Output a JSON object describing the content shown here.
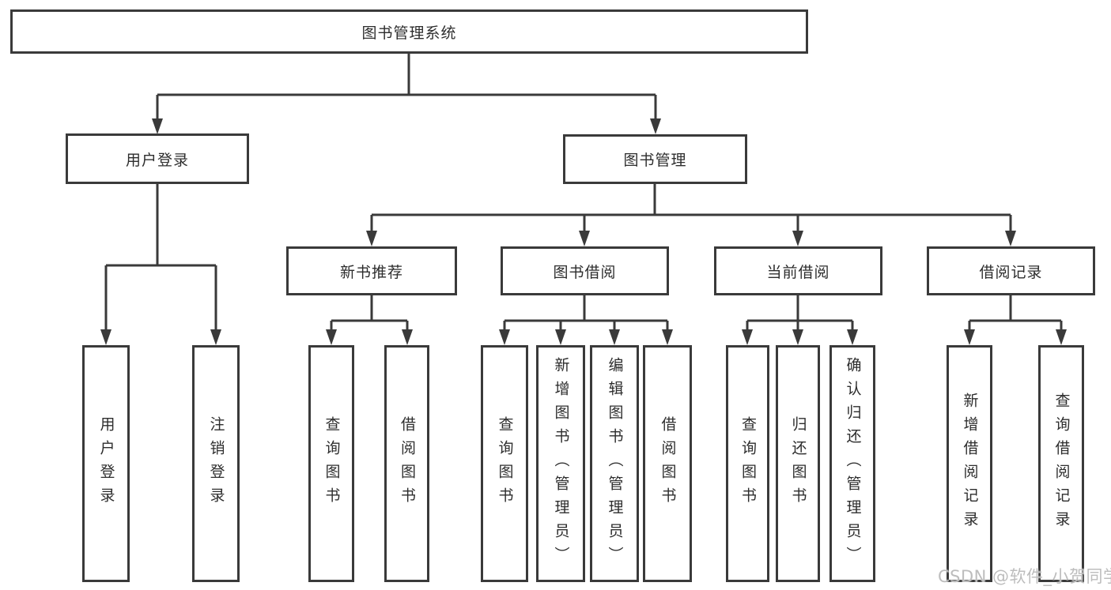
{
  "diagram": {
    "root": {
      "label": "图书管理系统"
    },
    "level2": {
      "user_login": {
        "label": "用户登录"
      },
      "book_mgmt": {
        "label": "图书管理"
      }
    },
    "level3": {
      "new_books": {
        "label": "新书推荐"
      },
      "book_borrow": {
        "label": "图书借阅"
      },
      "current_borrow": {
        "label": "当前借阅"
      },
      "borrow_records": {
        "label": "借阅记录"
      }
    },
    "leaves": {
      "login_user_login": {
        "label": "用户登录"
      },
      "login_logout": {
        "label": "注销登录"
      },
      "nb_query_books": {
        "label": "查询图书"
      },
      "nb_borrow_books": {
        "label": "借阅图书"
      },
      "bb_query_books": {
        "label": "查询图书"
      },
      "bb_add_books": {
        "label": "新增图书（管理员）"
      },
      "bb_edit_books": {
        "label": "编辑图书（管理员）"
      },
      "bb_borrow_books": {
        "label": "借阅图书"
      },
      "cb_query_books": {
        "label": "查询图书"
      },
      "cb_return_books": {
        "label": "归还图书"
      },
      "cb_confirm_return": {
        "label": "确认归还（管理员）"
      },
      "br_add_record": {
        "label": "新增借阅记录"
      },
      "br_query_record": {
        "label": "查询借阅记录"
      }
    },
    "watermark": "CSDN @软件_小贺同学"
  },
  "colors": {
    "line": "#3a3a3a",
    "text": "#2d2d2d",
    "watermark": "#bdbdbd",
    "background": "#ffffff"
  }
}
